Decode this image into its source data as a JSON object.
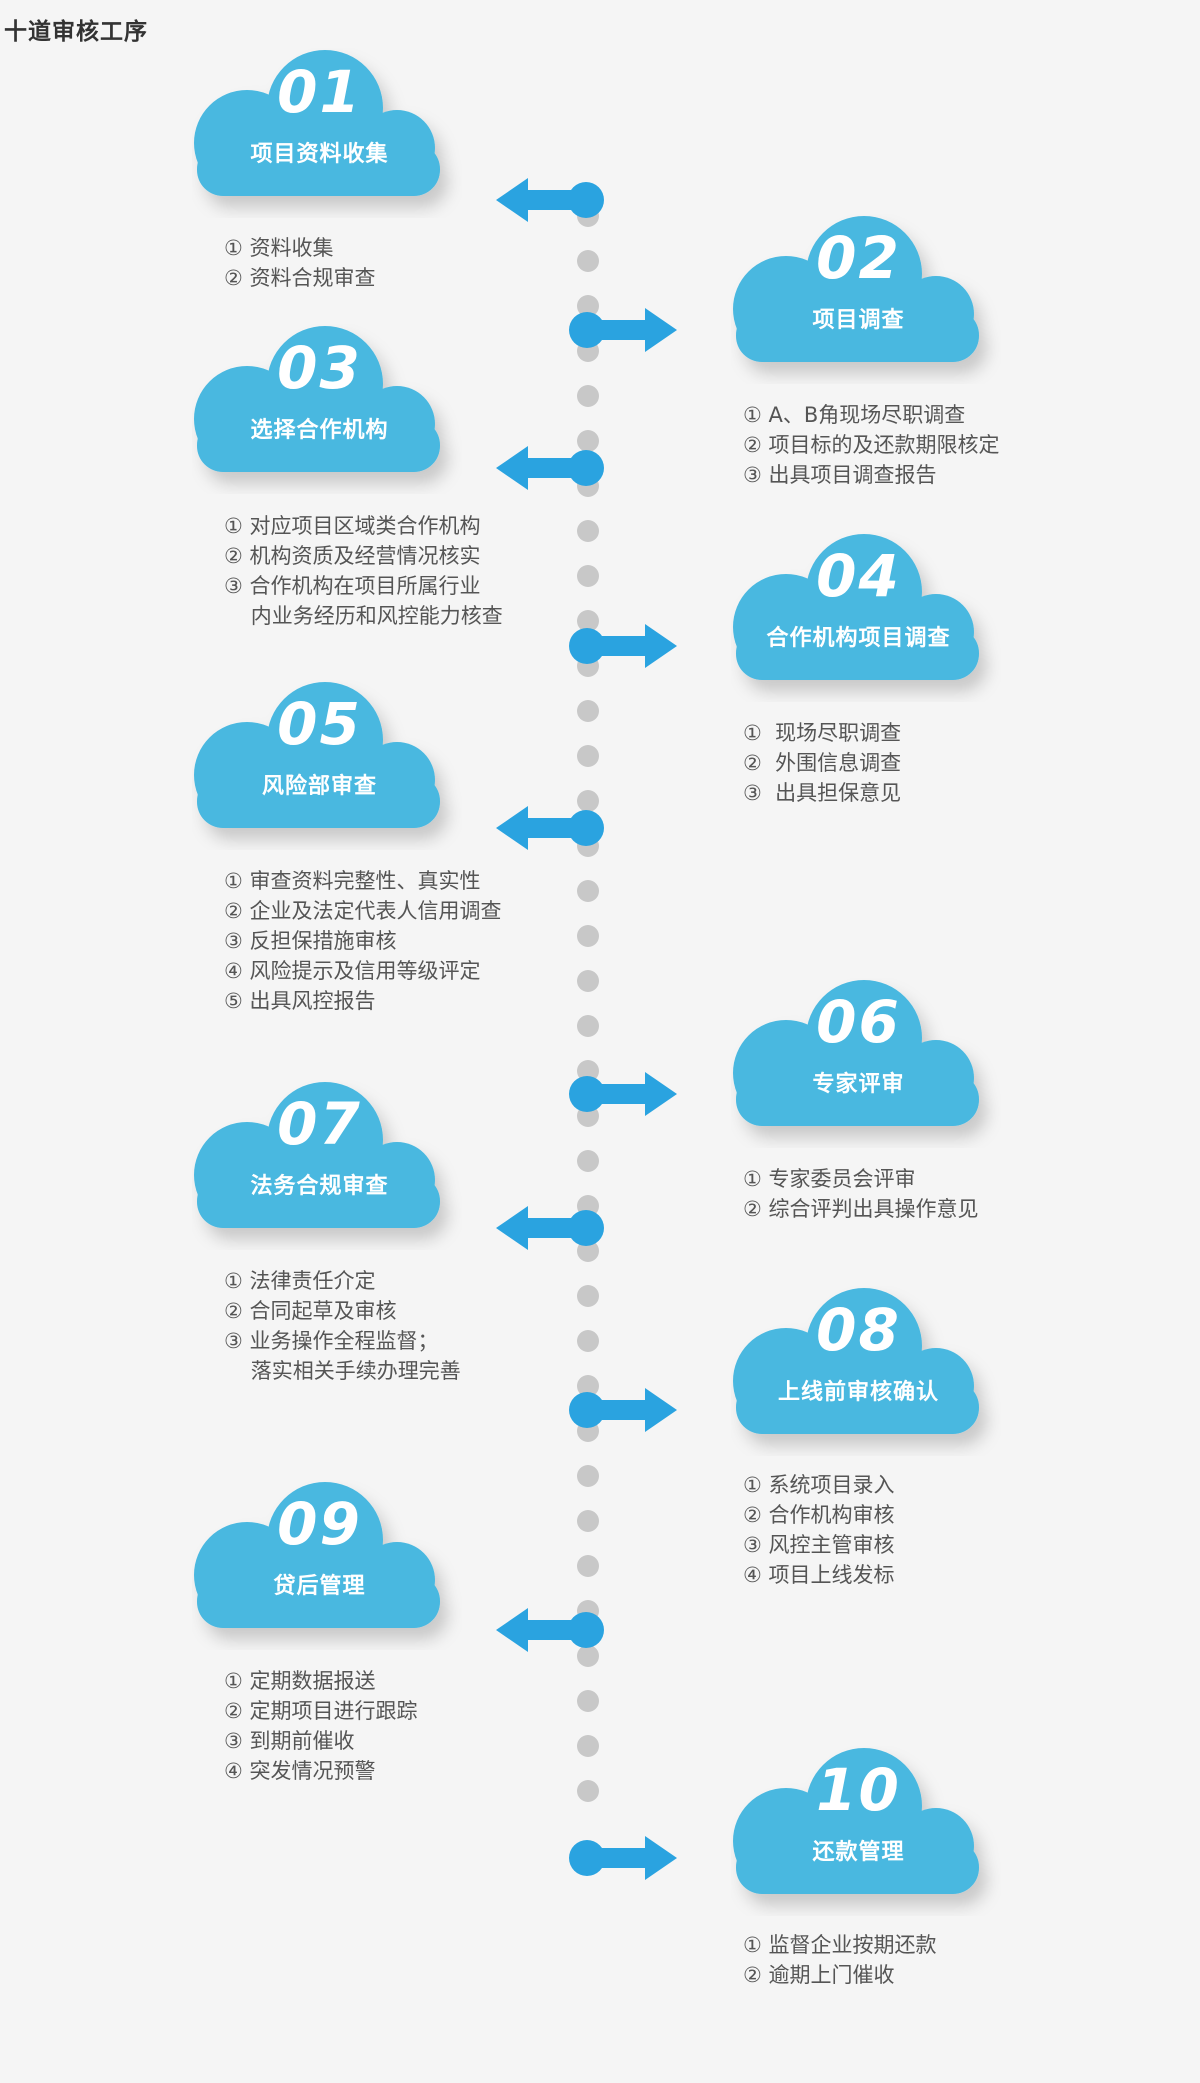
{
  "title": "十道审核工序",
  "colors": {
    "cloud": "#4ab8e0",
    "arrow": "#2aa3e0",
    "dot": "#c8c8c8",
    "text": "#555555"
  },
  "stages": [
    {
      "num": "01",
      "title": "项目资料收集",
      "side": "left",
      "items": [
        "① 资料收集",
        "② 资料合规审查"
      ]
    },
    {
      "num": "02",
      "title": "项目调查",
      "side": "right",
      "items": [
        "① A、B角现场尽职调查",
        "② 项目标的及还款期限核定",
        "③ 出具项目调查报告"
      ]
    },
    {
      "num": "03",
      "title": "选择合作机构",
      "side": "left",
      "items": [
        "① 对应项目区域类合作机构",
        "② 机构资质及经营情况核实",
        "③ 合作机构在项目所属行业",
        "    内业务经历和风控能力核查"
      ]
    },
    {
      "num": "04",
      "title": "合作机构项目调查",
      "side": "right",
      "items": [
        "①  现场尽职调查",
        "②  外围信息调查",
        "③  出具担保意见"
      ]
    },
    {
      "num": "05",
      "title": "风险部审查",
      "side": "left",
      "items": [
        "① 审查资料完整性、真实性",
        "② 企业及法定代表人信用调查",
        "③ 反担保措施审核",
        "④ 风险提示及信用等级评定",
        "⑤ 出具风控报告"
      ]
    },
    {
      "num": "06",
      "title": "专家评审",
      "side": "right",
      "items": [
        "① 专家委员会评审",
        "② 综合评判出具操作意见"
      ]
    },
    {
      "num": "07",
      "title": "法务合规审查",
      "side": "left",
      "items": [
        "① 法律责任介定",
        "② 合同起草及审核",
        "③ 业务操作全程监督；",
        "    落实相关手续办理完善"
      ]
    },
    {
      "num": "08",
      "title": "上线前审核确认",
      "side": "right",
      "items": [
        "① 系统项目录入",
        "② 合作机构审核",
        "③ 风控主管审核",
        "④ 项目上线发标"
      ]
    },
    {
      "num": "09",
      "title": "贷后管理",
      "side": "left",
      "items": [
        "① 定期数据报送",
        "② 定期项目进行跟踪",
        "③ 到期前催收",
        "④ 突发情况预警"
      ]
    },
    {
      "num": "10",
      "title": "还款管理",
      "side": "right",
      "items": [
        "① 监督企业按期还款",
        "② 逾期上门催收"
      ]
    }
  ]
}
